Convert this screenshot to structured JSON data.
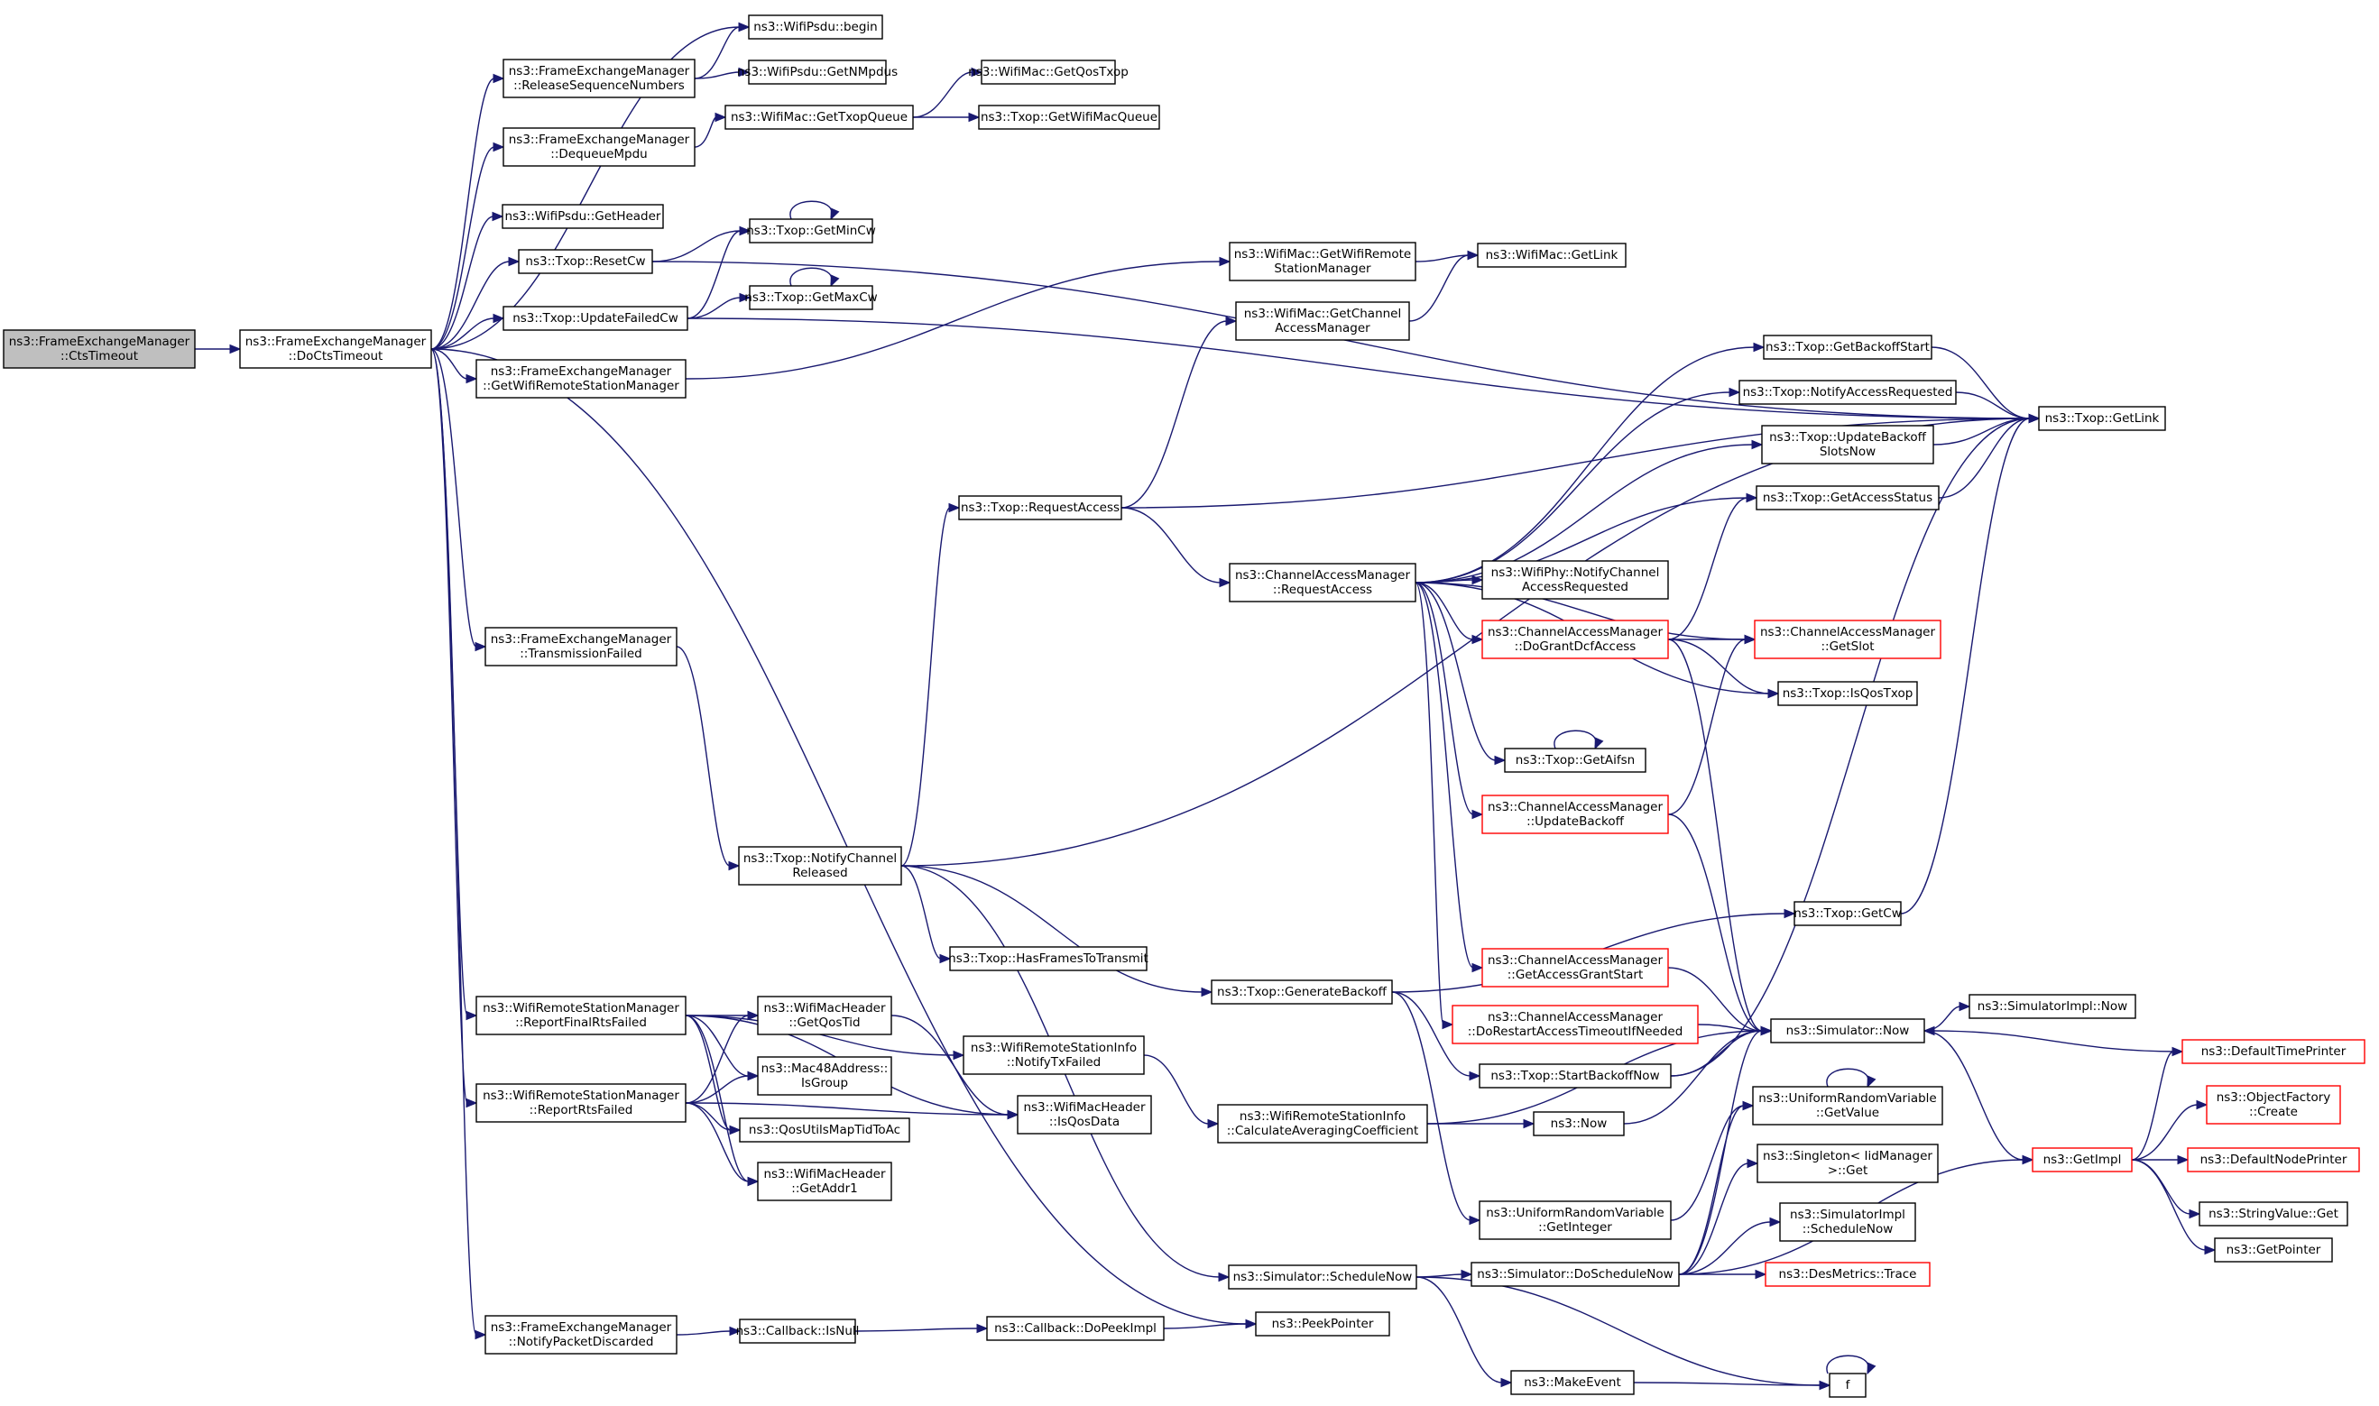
{
  "graph": {
    "colors": {
      "edge": "#191970",
      "node_border": "#000000",
      "root_fill": "#bfbfbf",
      "truncated_border": "#ff0000"
    },
    "nodes": [
      {
        "id": "root",
        "lines": [
          "ns3::FrameExchangeManager",
          "::CtsTimeout"
        ],
        "style": "root"
      },
      {
        "id": "doCts",
        "lines": [
          "ns3::FrameExchangeManager",
          "::DoCtsTimeout"
        ]
      },
      {
        "id": "psduBegin",
        "lines": [
          "ns3::WifiPsdu::begin"
        ]
      },
      {
        "id": "relSeq",
        "lines": [
          "ns3::FrameExchangeManager",
          "::ReleaseSequenceNumbers"
        ]
      },
      {
        "id": "getNMpdus",
        "lines": [
          "ns3::WifiPsdu::GetNMpdus"
        ]
      },
      {
        "id": "getQosTxop",
        "lines": [
          "ns3::WifiMac::GetQosTxop"
        ]
      },
      {
        "id": "getTxopQueue",
        "lines": [
          "ns3::WifiMac::GetTxopQueue"
        ]
      },
      {
        "id": "getWifiMacQueue",
        "lines": [
          "ns3::Txop::GetWifiMacQueue"
        ]
      },
      {
        "id": "dequeueMpdu",
        "lines": [
          "ns3::FrameExchangeManager",
          "::DequeueMpdu"
        ]
      },
      {
        "id": "psduGetHeader",
        "lines": [
          "ns3::WifiPsdu::GetHeader"
        ]
      },
      {
        "id": "resetCw",
        "lines": [
          "ns3::Txop::ResetCw"
        ]
      },
      {
        "id": "getMinCw",
        "lines": [
          "ns3::Txop::GetMinCw"
        ]
      },
      {
        "id": "getMaxCw",
        "lines": [
          "ns3::Txop::GetMaxCw"
        ]
      },
      {
        "id": "updateFailedCw",
        "lines": [
          "ns3::Txop::UpdateFailedCw"
        ]
      },
      {
        "id": "getWifiRsm",
        "lines": [
          "ns3::FrameExchangeManager",
          "::GetWifiRemoteStationManager"
        ]
      },
      {
        "id": "macGetWifiRsm",
        "lines": [
          "ns3::WifiMac::GetWifiRemote",
          "StationManager"
        ]
      },
      {
        "id": "macGetLink",
        "lines": [
          "ns3::WifiMac::GetLink"
        ]
      },
      {
        "id": "macGetCam",
        "lines": [
          "ns3::WifiMac::GetChannel",
          "AccessManager"
        ]
      },
      {
        "id": "txopGetLink",
        "lines": [
          "ns3::Txop::GetLink"
        ]
      },
      {
        "id": "getBackoffStart",
        "lines": [
          "ns3::Txop::GetBackoffStart"
        ]
      },
      {
        "id": "notifyAccessReq",
        "lines": [
          "ns3::Txop::NotifyAccessRequested"
        ]
      },
      {
        "id": "updateBackoffSlots",
        "lines": [
          "ns3::Txop::UpdateBackoff",
          "SlotsNow"
        ]
      },
      {
        "id": "getAccessStatus",
        "lines": [
          "ns3::Txop::GetAccessStatus"
        ]
      },
      {
        "id": "requestAccess",
        "lines": [
          "ns3::Txop::RequestAccess"
        ]
      },
      {
        "id": "camRequestAccess",
        "lines": [
          "ns3::ChannelAccessManager",
          "::RequestAccess"
        ]
      },
      {
        "id": "phyNotify",
        "lines": [
          "ns3::WifiPhy::NotifyChannel",
          "AccessRequested"
        ]
      },
      {
        "id": "doGrant",
        "lines": [
          "ns3::ChannelAccessManager",
          "::DoGrantDcfAccess"
        ],
        "style": "red"
      },
      {
        "id": "camGetSlot",
        "lines": [
          "ns3::ChannelAccessManager",
          "::GetSlot"
        ],
        "style": "red"
      },
      {
        "id": "isQosTxop",
        "lines": [
          "ns3::Txop::IsQosTxop"
        ]
      },
      {
        "id": "getAifsn",
        "lines": [
          "ns3::Txop::GetAifsn"
        ]
      },
      {
        "id": "updateBackoff",
        "lines": [
          "ns3::ChannelAccessManager",
          "::UpdateBackoff"
        ],
        "style": "red"
      },
      {
        "id": "transFailed",
        "lines": [
          "ns3::FrameExchangeManager",
          "::TransmissionFailed"
        ]
      },
      {
        "id": "notifyChanRel",
        "lines": [
          "ns3::Txop::NotifyChannel",
          "Released"
        ]
      },
      {
        "id": "hasFrames",
        "lines": [
          "ns3::Txop::HasFramesToTransmit"
        ]
      },
      {
        "id": "genBackoff",
        "lines": [
          "ns3::Txop::GenerateBackoff"
        ]
      },
      {
        "id": "getCw",
        "lines": [
          "ns3::Txop::GetCw"
        ]
      },
      {
        "id": "getAccessGrantStart",
        "lines": [
          "ns3::ChannelAccessManager",
          "::GetAccessGrantStart"
        ],
        "style": "red"
      },
      {
        "id": "doRestart",
        "lines": [
          "ns3::ChannelAccessManager",
          "::DoRestartAccessTimeoutIfNeeded"
        ],
        "style": "red"
      },
      {
        "id": "simNow",
        "lines": [
          "ns3::Simulator::Now"
        ]
      },
      {
        "id": "simImplNow",
        "lines": [
          "ns3::SimulatorImpl::Now"
        ]
      },
      {
        "id": "defTimePrinter",
        "lines": [
          "ns3::DefaultTimePrinter"
        ],
        "style": "red"
      },
      {
        "id": "reportFinalRts",
        "lines": [
          "ns3::WifiRemoteStationManager",
          "::ReportFinalRtsFailed"
        ]
      },
      {
        "id": "getQosTid",
        "lines": [
          "ns3::WifiMacHeader",
          "::GetQosTid"
        ]
      },
      {
        "id": "isGroup",
        "lines": [
          "ns3::Mac48Address::",
          "IsGroup"
        ]
      },
      {
        "id": "qosUtils",
        "lines": [
          "ns3::QosUtilsMapTidToAc"
        ]
      },
      {
        "id": "getAddr1",
        "lines": [
          "ns3::WifiMacHeader",
          "::GetAddr1"
        ]
      },
      {
        "id": "reportRts",
        "lines": [
          "ns3::WifiRemoteStationManager",
          "::ReportRtsFailed"
        ]
      },
      {
        "id": "notifyTxFailed",
        "lines": [
          "ns3::WifiRemoteStationInfo",
          "::NotifyTxFailed"
        ]
      },
      {
        "id": "isQosData",
        "lines": [
          "ns3::WifiMacHeader",
          "::IsQosData"
        ]
      },
      {
        "id": "calcAvg",
        "lines": [
          "ns3::WifiRemoteStationInfo",
          "::CalculateAveragingCoefficient"
        ]
      },
      {
        "id": "ns3Now",
        "lines": [
          "ns3::Now"
        ]
      },
      {
        "id": "startBackoffNow",
        "lines": [
          "ns3::Txop::StartBackoffNow"
        ]
      },
      {
        "id": "urvGetValue",
        "lines": [
          "ns3::UniformRandomVariable",
          "::GetValue"
        ]
      },
      {
        "id": "urvGetInteger",
        "lines": [
          "ns3::UniformRandomVariable",
          "::GetInteger"
        ]
      },
      {
        "id": "singletonGet",
        "lines": [
          "ns3::Singleton< IidManager",
          ">::Get"
        ]
      },
      {
        "id": "simImplSchedNow",
        "lines": [
          "ns3::SimulatorImpl",
          "::ScheduleNow"
        ]
      },
      {
        "id": "simSchedNow",
        "lines": [
          "ns3::Simulator::ScheduleNow"
        ]
      },
      {
        "id": "simDoSchedNow",
        "lines": [
          "ns3::Simulator::DoScheduleNow"
        ]
      },
      {
        "id": "desMetrics",
        "lines": [
          "ns3::DesMetrics::Trace"
        ],
        "style": "red"
      },
      {
        "id": "getImpl",
        "lines": [
          "ns3::GetImpl"
        ],
        "style": "red"
      },
      {
        "id": "objFactory",
        "lines": [
          "ns3::ObjectFactory",
          "::Create"
        ],
        "style": "red"
      },
      {
        "id": "defNodePrinter",
        "lines": [
          "ns3::DefaultNodePrinter"
        ],
        "style": "red"
      },
      {
        "id": "strValueGet",
        "lines": [
          "ns3::StringValue::Get"
        ]
      },
      {
        "id": "getPointer",
        "lines": [
          "ns3::GetPointer"
        ]
      },
      {
        "id": "notifyPktDisc",
        "lines": [
          "ns3::FrameExchangeManager",
          "::NotifyPacketDiscarded"
        ]
      },
      {
        "id": "cbIsNull",
        "lines": [
          "ns3::Callback::IsNull"
        ]
      },
      {
        "id": "cbDoPeek",
        "lines": [
          "ns3::Callback::DoPeekImpl"
        ]
      },
      {
        "id": "peekPointer",
        "lines": [
          "ns3::PeekPointer"
        ]
      },
      {
        "id": "makeEvent",
        "lines": [
          "ns3::MakeEvent"
        ]
      },
      {
        "id": "f",
        "lines": [
          "f"
        ]
      }
    ],
    "edges": [
      [
        "root",
        "doCts"
      ],
      [
        "doCts",
        "psduBegin"
      ],
      [
        "doCts",
        "relSeq"
      ],
      [
        "doCts",
        "dequeueMpdu"
      ],
      [
        "doCts",
        "psduGetHeader"
      ],
      [
        "doCts",
        "resetCw"
      ],
      [
        "doCts",
        "updateFailedCw"
      ],
      [
        "doCts",
        "getWifiRsm"
      ],
      [
        "doCts",
        "transFailed"
      ],
      [
        "doCts",
        "reportFinalRts"
      ],
      [
        "doCts",
        "reportRts"
      ],
      [
        "doCts",
        "peekPointer"
      ],
      [
        "doCts",
        "notifyPktDisc"
      ],
      [
        "relSeq",
        "psduBegin"
      ],
      [
        "relSeq",
        "getNMpdus"
      ],
      [
        "dequeueMpdu",
        "getTxopQueue"
      ],
      [
        "getTxopQueue",
        "getQosTxop"
      ],
      [
        "getTxopQueue",
        "getWifiMacQueue"
      ],
      [
        "resetCw",
        "getMinCw"
      ],
      [
        "resetCw",
        "txopGetLink"
      ],
      [
        "getMinCw",
        "getMinCw"
      ],
      [
        "getMaxCw",
        "getMaxCw"
      ],
      [
        "updateFailedCw",
        "getMinCw"
      ],
      [
        "updateFailedCw",
        "getMaxCw"
      ],
      [
        "updateFailedCw",
        "txopGetLink"
      ],
      [
        "getWifiRsm",
        "macGetWifiRsm"
      ],
      [
        "macGetWifiRsm",
        "macGetLink"
      ],
      [
        "macGetCam",
        "macGetLink"
      ],
      [
        "transFailed",
        "notifyChanRel"
      ],
      [
        "notifyChanRel",
        "requestAccess"
      ],
      [
        "notifyChanRel",
        "hasFrames"
      ],
      [
        "notifyChanRel",
        "genBackoff"
      ],
      [
        "notifyChanRel",
        "txopGetLink"
      ],
      [
        "notifyChanRel",
        "simSchedNow"
      ],
      [
        "requestAccess",
        "macGetCam"
      ],
      [
        "requestAccess",
        "txopGetLink"
      ],
      [
        "requestAccess",
        "camRequestAccess"
      ],
      [
        "camRequestAccess",
        "getBackoffStart"
      ],
      [
        "camRequestAccess",
        "notifyAccessReq"
      ],
      [
        "camRequestAccess",
        "updateBackoffSlots"
      ],
      [
        "camRequestAccess",
        "getAccessStatus"
      ],
      [
        "camRequestAccess",
        "phyNotify"
      ],
      [
        "camRequestAccess",
        "doGrant"
      ],
      [
        "camRequestAccess",
        "camGetSlot"
      ],
      [
        "camRequestAccess",
        "isQosTxop"
      ],
      [
        "camRequestAccess",
        "getAifsn"
      ],
      [
        "camRequestAccess",
        "updateBackoff"
      ],
      [
        "camRequestAccess",
        "getAccessGrantStart"
      ],
      [
        "camRequestAccess",
        "doRestart"
      ],
      [
        "getBackoffStart",
        "txopGetLink"
      ],
      [
        "notifyAccessReq",
        "txopGetLink"
      ],
      [
        "updateBackoffSlots",
        "txopGetLink"
      ],
      [
        "getAccessStatus",
        "txopGetLink"
      ],
      [
        "doGrant",
        "getAccessStatus"
      ],
      [
        "doGrant",
        "camGetSlot"
      ],
      [
        "doGrant",
        "isQosTxop"
      ],
      [
        "doGrant",
        "simNow"
      ],
      [
        "getAifsn",
        "getAifsn"
      ],
      [
        "updateBackoff",
        "camGetSlot"
      ],
      [
        "updateBackoff",
        "simNow"
      ],
      [
        "genBackoff",
        "getCw"
      ],
      [
        "genBackoff",
        "startBackoffNow"
      ],
      [
        "genBackoff",
        "urvGetInteger"
      ],
      [
        "getCw",
        "txopGetLink"
      ],
      [
        "getAccessGrantStart",
        "simNow"
      ],
      [
        "doRestart",
        "simNow"
      ],
      [
        "simNow",
        "simImplNow"
      ],
      [
        "simNow",
        "getImpl"
      ],
      [
        "defTimePrinter",
        "simNow"
      ],
      [
        "reportFinalRts",
        "getQosTid"
      ],
      [
        "reportFinalRts",
        "isGroup"
      ],
      [
        "reportFinalRts",
        "qosUtils"
      ],
      [
        "reportFinalRts",
        "getAddr1"
      ],
      [
        "reportFinalRts",
        "notifyTxFailed"
      ],
      [
        "reportFinalRts",
        "isQosData"
      ],
      [
        "reportRts",
        "getQosTid"
      ],
      [
        "reportRts",
        "isGroup"
      ],
      [
        "reportRts",
        "qosUtils"
      ],
      [
        "reportRts",
        "getAddr1"
      ],
      [
        "reportRts",
        "isQosData"
      ],
      [
        "getQosTid",
        "isQosData"
      ],
      [
        "notifyTxFailed",
        "calcAvg"
      ],
      [
        "calcAvg",
        "ns3Now"
      ],
      [
        "calcAvg",
        "simNow"
      ],
      [
        "ns3Now",
        "simNow"
      ],
      [
        "startBackoffNow",
        "simNow"
      ],
      [
        "startBackoffNow",
        "txopGetLink"
      ],
      [
        "urvGetValue",
        "urvGetValue"
      ],
      [
        "urvGetInteger",
        "urvGetValue"
      ],
      [
        "simSchedNow",
        "simDoSchedNow"
      ],
      [
        "simSchedNow",
        "makeEvent"
      ],
      [
        "simSchedNow",
        "f"
      ],
      [
        "simDoSchedNow",
        "simNow"
      ],
      [
        "simDoSchedNow",
        "urvGetValue"
      ],
      [
        "simDoSchedNow",
        "singletonGet"
      ],
      [
        "simDoSchedNow",
        "simImplSchedNow"
      ],
      [
        "simDoSchedNow",
        "desMetrics"
      ],
      [
        "simDoSchedNow",
        "getImpl"
      ],
      [
        "getImpl",
        "defTimePrinter"
      ],
      [
        "getImpl",
        "objFactory"
      ],
      [
        "getImpl",
        "defNodePrinter"
      ],
      [
        "getImpl",
        "strValueGet"
      ],
      [
        "getImpl",
        "getPointer"
      ],
      [
        "notifyPktDisc",
        "cbIsNull"
      ],
      [
        "cbIsNull",
        "cbDoPeek"
      ],
      [
        "cbDoPeek",
        "peekPointer"
      ],
      [
        "makeEvent",
        "f"
      ],
      [
        "f",
        "f"
      ]
    ]
  }
}
